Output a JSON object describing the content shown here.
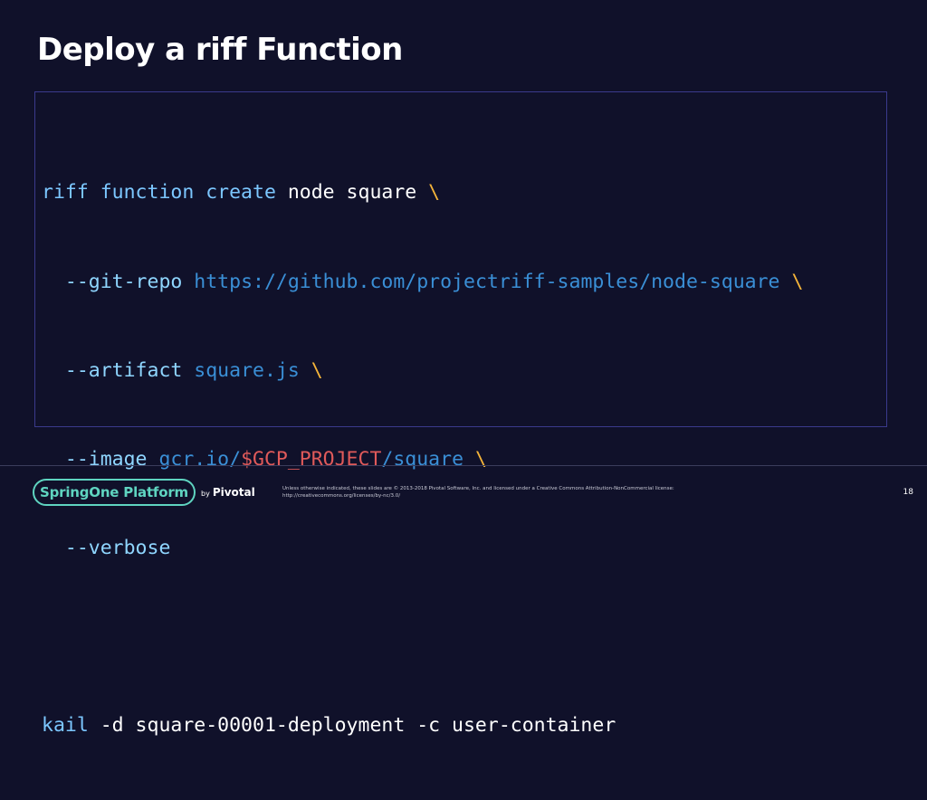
{
  "slide": {
    "title": "Deploy a riff Function",
    "page_number": "18"
  },
  "code": {
    "l1_cmd": "riff function create",
    "l1_rest": " node square ",
    "l1_cont": "\\",
    "l2_indent": "  ",
    "l2_flag": "--git-repo",
    "l2_val": " https://github.com/projectriff-samples/node-square ",
    "l2_cont": "\\",
    "l3_indent": "  ",
    "l3_flag": "--artifact",
    "l3_val": " square.js ",
    "l3_cont": "\\",
    "l4_indent": "  ",
    "l4_flag": "--image",
    "l4_val_a": " gcr.io/",
    "l4_var": "$GCP_PROJECT",
    "l4_val_b": "/square ",
    "l4_cont": "\\",
    "l5_indent": "  ",
    "l5_flag": "--verbose",
    "l7_cmd": "kail",
    "l7_rest": " -d square-00001-deployment -c user-container"
  },
  "footer": {
    "logo": "SpringOne Platform",
    "by": "by",
    "pivotal": "Pivotal",
    "license_line1": "Unless otherwise indicated, these slides are © 2013-2018 Pivotal Software, Inc. and licensed under a Creative Commons Attribution-NonCommercial license:",
    "license_line2": "http://creativecommons.org/licenses/by-nc/3.0/"
  },
  "colors": {
    "background": "#10112a",
    "command": "#7cc7ff",
    "flag": "#8fd6ff",
    "value": "#3a8fd6",
    "variable": "#e05a5a",
    "continuation": "#f4b43a",
    "accent": "#5fd4c0",
    "box_border": "#3a3a8c"
  }
}
